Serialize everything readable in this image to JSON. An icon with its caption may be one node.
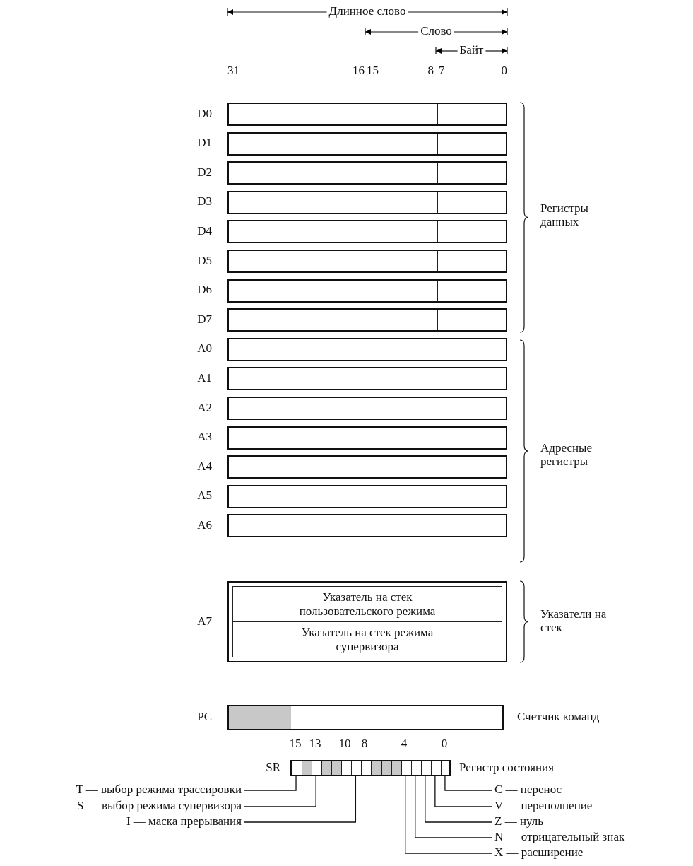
{
  "diagram": {
    "nodes": [
      {
        "text": [],
        "shape": "box",
        "beside": [
          "D0"
        ]
      },
      {
        "text": [],
        "shape": "box",
        "beside": [
          "D1"
        ]
      },
      {
        "text": [],
        "shape": "box",
        "beside": [
          "D2"
        ]
      },
      {
        "text": [],
        "shape": "box",
        "beside": [
          "D3"
        ]
      },
      {
        "text": [],
        "shape": "box",
        "beside": [
          "D4"
        ]
      },
      {
        "text": [],
        "shape": "box",
        "beside": [
          "D5"
        ]
      },
      {
        "text": [],
        "shape": "box",
        "beside": [
          "D6"
        ]
      },
      {
        "text": [],
        "shape": "box",
        "beside": [
          "D7"
        ]
      },
      {
        "text": [],
        "shape": "box",
        "beside": [
          "A0"
        ]
      },
      {
        "text": [],
        "shape": "box",
        "beside": [
          "A1"
        ]
      },
      {
        "text": [],
        "shape": "box",
        "beside": [
          "A2"
        ]
      },
      {
        "text": [],
        "shape": "box",
        "beside": [
          "A3"
        ]
      },
      {
        "text": [],
        "shape": "box",
        "beside": [
          "A4"
        ]
      },
      {
        "text": [],
        "shape": "box",
        "beside": [
          "A5"
        ]
      },
      {
        "text": [],
        "shape": "box",
        "beside": [
          "A6"
        ]
      },
      {
        "text": [],
        "shape": "box",
        "beside": [
          "A7"
        ]
      },
      {
        "text": [
          "Указатель на стек пользовательского режима"
        ],
        "in": 15
      },
      {
        "text": [
          "Указатель на стек режима супервизора"
        ],
        "in": 15
      },
      {
        "text": [],
        "shape": "box",
        "beside": [
          "PC",
          "Счетчик команд"
        ]
      },
      {
        "text": [],
        "shape": "box",
        "beside": [
          "SR",
          "Регистр состояния"
        ]
      },
      {
        "text": [
          "T — выбор режима трассировки"
        ]
      },
      {
        "text": [
          "S — выбор режима супервизора"
        ]
      },
      {
        "text": [
          "I — маска прерывания"
        ]
      },
      {
        "text": [
          "C — перенос"
        ]
      },
      {
        "text": [
          "V — переполнение"
        ]
      },
      {
        "text": [
          "Z — нуль"
        ]
      },
      {
        "text": [
          "N — отрицательный знак"
        ]
      },
      {
        "text": [
          "X — расширение"
        ]
      }
    ],
    "edges": [
      {
        "from": 20,
        "to": 19,
        "arrow": "none"
      },
      {
        "from": 21,
        "to": 19,
        "arrow": "none"
      },
      {
        "from": 22,
        "to": 19,
        "arrow": "none"
      },
      {
        "from": 23,
        "to": 19,
        "arrow": "none"
      },
      {
        "from": 24,
        "to": 19,
        "arrow": "none"
      },
      {
        "from": 25,
        "to": 19,
        "arrow": "none"
      },
      {
        "from": 26,
        "to": 19,
        "arrow": "none"
      },
      {
        "from": 27,
        "to": 19,
        "arrow": "none"
      }
    ],
    "labels": [
      "Длинное слово",
      "Слово",
      "Байт",
      "31",
      "16",
      "15",
      "8",
      "7",
      "0",
      "Регистры данных",
      "Адресные регистры",
      "Указатели на стек",
      "15",
      "13",
      "10",
      "8",
      "4",
      "0"
    ]
  }
}
